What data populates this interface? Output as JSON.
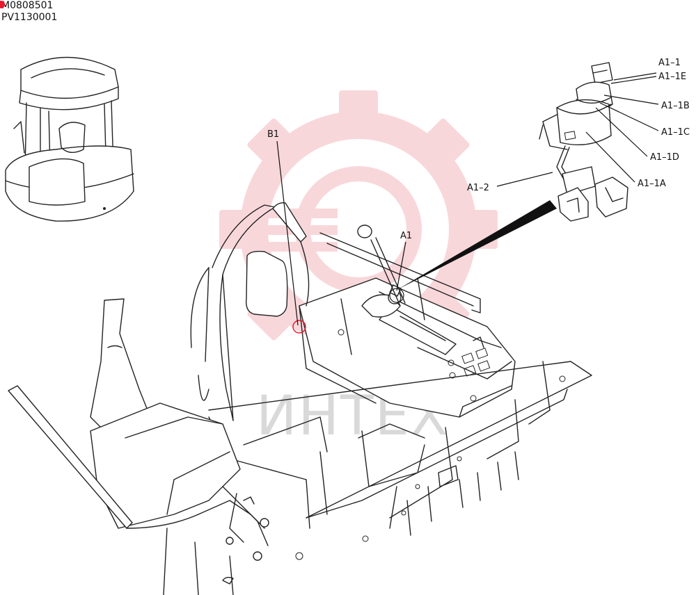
{
  "header": {
    "codes": [
      "M0808501",
      "PV1130001"
    ],
    "marker_color": "#e8192c"
  },
  "watermark": {
    "text": "ИНТЕХ",
    "gear_color": "#f4b8bf",
    "text_color": "#d9d9d9"
  },
  "callouts": {
    "a1_1": "A1–1",
    "a1_1e": "A1–1E",
    "a1_1b": "A1–1B",
    "a1_1c": "A1–1C",
    "a1_1d": "A1–1D",
    "a1_1a": "A1–1A",
    "a1_2": "A1–2",
    "a1": "A1",
    "b1": "B1"
  }
}
